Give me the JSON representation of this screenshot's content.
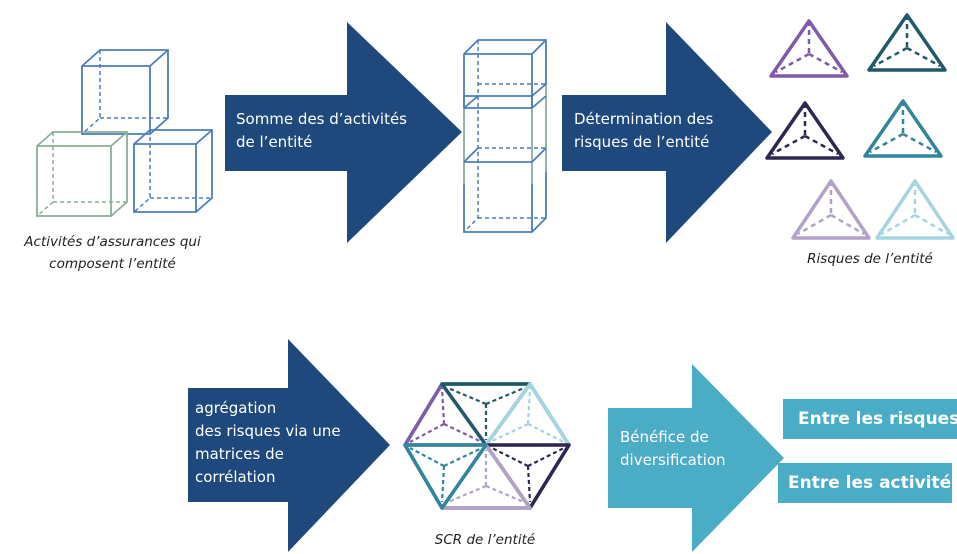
{
  "colors": {
    "navy_arrow": "#1F497D",
    "teal_arrow": "#4BACC6",
    "cube_blue": "#4A7EBB",
    "cube_green": "#8AAE98",
    "risk_purple": "#7F5BA8",
    "risk_teal_dark": "#215968",
    "risk_navy": "#2E2750",
    "risk_teal": "#31859C",
    "risk_lavender": "#B3A2C7",
    "risk_light_blue": "#A5D5E2"
  },
  "top_row": {
    "activities_caption": "Activités d’assurances qui\ncomposent l’entité",
    "arrow_sum_label": "Somme des d’activités\nde l’entité",
    "arrow_risk_label": "Détermination des\nrisques de l’entité",
    "risks_caption": "Risques de l’entité"
  },
  "bottom_row": {
    "arrow_aggregation_label": "agrégation\ndes risques via une\nmatrices de\ncorrélation",
    "scr_caption": "SCR de l’entité",
    "arrow_benefit_label": "Bénéfice de\ndiversification",
    "box_risks_label": "Entre les risques",
    "box_activities_label": "Entre les activités"
  },
  "icons": {
    "cube": "cube-icon",
    "tetrahedron": "tetrahedron-icon",
    "hexagon": "hexagon-icon"
  }
}
